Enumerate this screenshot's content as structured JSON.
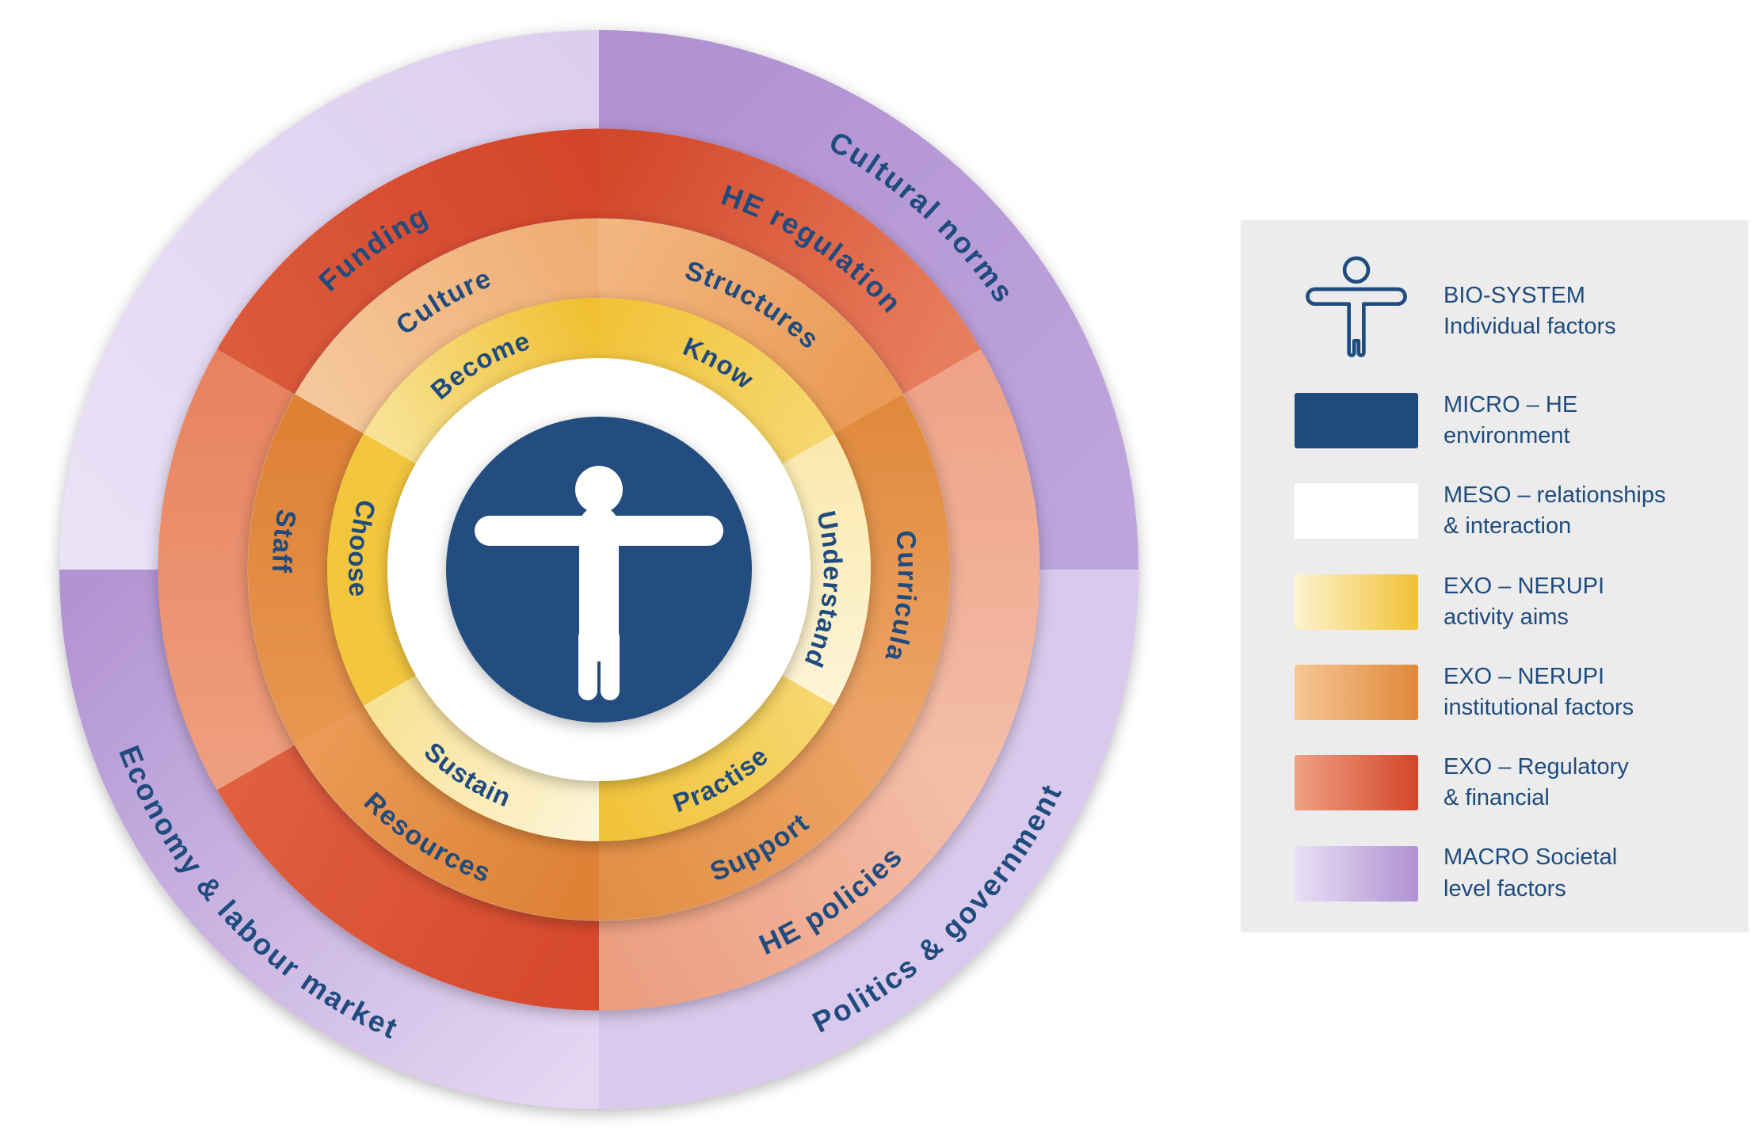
{
  "colors": {
    "navy": "#1f4b7c",
    "gold": "#f1c136",
    "orange": "#e0883a",
    "red": "#d3452a",
    "purple": "#b091d1",
    "legend_bg": "#ececec"
  },
  "wheel": {
    "aims": [
      "Know",
      "Understand",
      "Practise",
      "Sustain",
      "Choose",
      "Become"
    ],
    "institutional": [
      "Structures",
      "Curricula",
      "Support",
      "Resources",
      "Staff",
      "Culture"
    ],
    "regulatory": [
      "HE regulation",
      "HE policies",
      "Funding"
    ],
    "macro": [
      "Cultural norms",
      "Politics & government",
      "Economy & labour market"
    ]
  },
  "legend": {
    "items": [
      {
        "swatch": "person-outline-icon",
        "line1": "BIO-SYSTEM",
        "line2": "Individual factors"
      },
      {
        "swatch": "navy",
        "line1": "MICRO – HE",
        "line2": "environment"
      },
      {
        "swatch": "white",
        "line1": "MESO – relationships",
        "line2": "& interaction"
      },
      {
        "swatch": "yellow",
        "line1": "EXO – NERUPI",
        "line2": "activity aims"
      },
      {
        "swatch": "orange",
        "line1": "EXO – NERUPI",
        "line2": "institutional factors"
      },
      {
        "swatch": "red",
        "line1": "EXO – Regulatory",
        "line2": "& financial"
      },
      {
        "swatch": "purple",
        "line1": "MACRO Societal",
        "line2": "level factors"
      }
    ]
  }
}
